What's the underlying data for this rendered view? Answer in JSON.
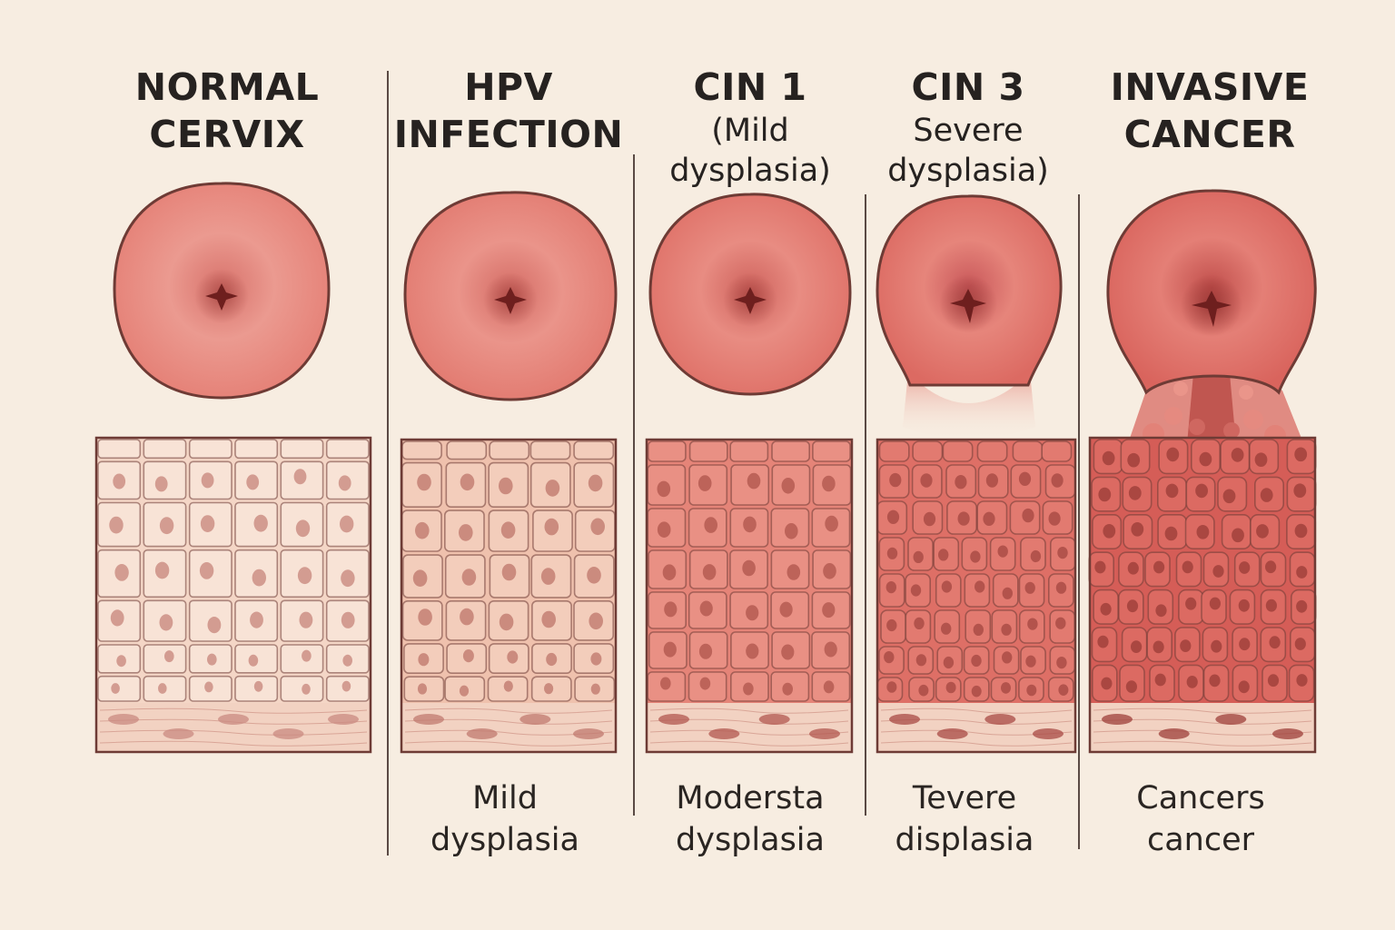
{
  "stages": [
    {
      "title_lines": [
        "NORMAL",
        "CERVIX"
      ],
      "subtitle_lines": [],
      "caption_lines": [],
      "tissue_color": "#f4d6c6",
      "cell_color": "#f8e3d6",
      "nucleus_color": "#c98a80"
    },
    {
      "title_lines": [
        "HPV",
        "INFECTION"
      ],
      "subtitle_lines": [],
      "caption_lines": [
        "Mild",
        "dysplasia"
      ],
      "tissue_color": "#efc1ad",
      "cell_color": "#f3cdbb",
      "nucleus_color": "#c07a6f"
    },
    {
      "title_lines": [
        "CIN 1"
      ],
      "subtitle_lines": [
        "(Mild",
        "dysplasia)"
      ],
      "caption_lines": [
        "Modersta",
        "dysplasia"
      ],
      "tissue_color": "#e58478",
      "cell_color": "#e99084",
      "nucleus_color": "#b2574f"
    },
    {
      "title_lines": [
        "CIN 3"
      ],
      "subtitle_lines": [
        "Severe",
        "dysplasia)"
      ],
      "caption_lines": [
        "Tevere",
        "displasia"
      ],
      "tissue_color": "#de6f66",
      "cell_color": "#e27a70",
      "nucleus_color": "#a84a44"
    },
    {
      "title_lines": [
        "INVASIVE",
        "CANCER"
      ],
      "subtitle_lines": [],
      "caption_lines": [
        "Cancers",
        "cancer"
      ],
      "tissue_color": "#d55d57",
      "cell_color": "#dc6a62",
      "nucleus_color": "#9d3f3a"
    }
  ],
  "colors": {
    "background": "#f7ede1",
    "outline": "#6e3b35",
    "cervix": "#e88b82",
    "os": "#6e1f1e",
    "stroma": "#f2d2c2"
  }
}
